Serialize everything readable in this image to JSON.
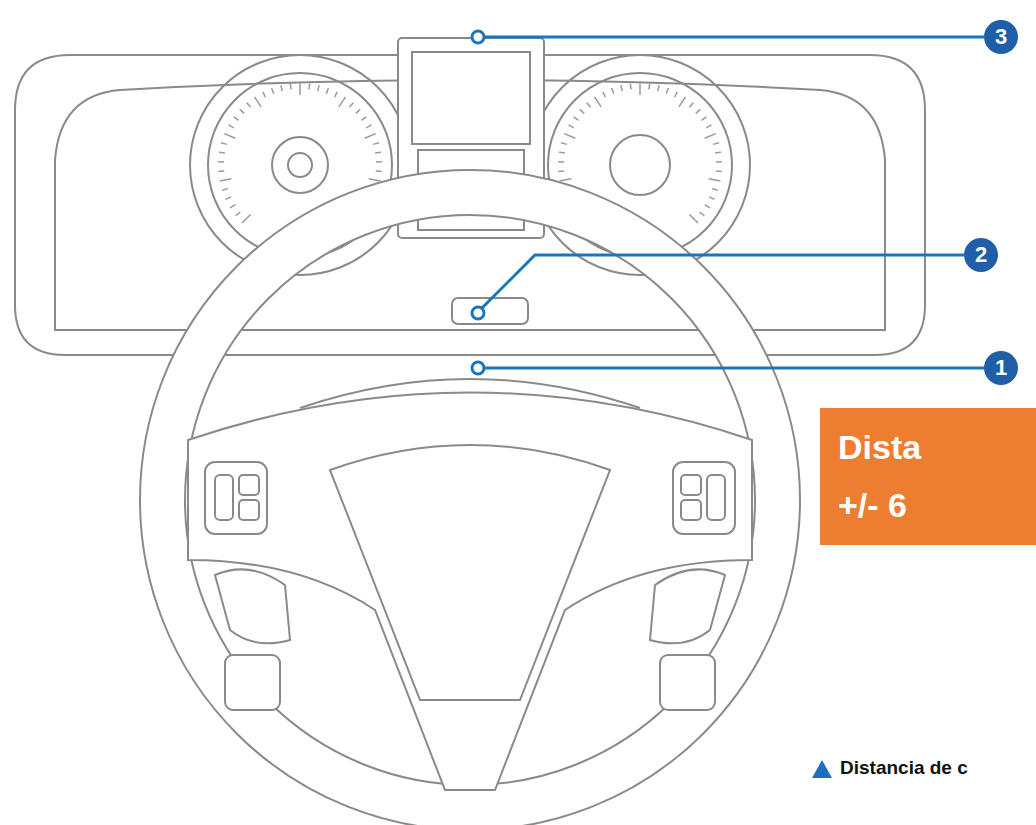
{
  "diagram": {
    "caption": "Distancia de c",
    "nodes": [
      {
        "text": [
          "Dista +/- 6"
        ]
      }
    ],
    "labels": [
      "3",
      "2",
      "1"
    ]
  }
}
